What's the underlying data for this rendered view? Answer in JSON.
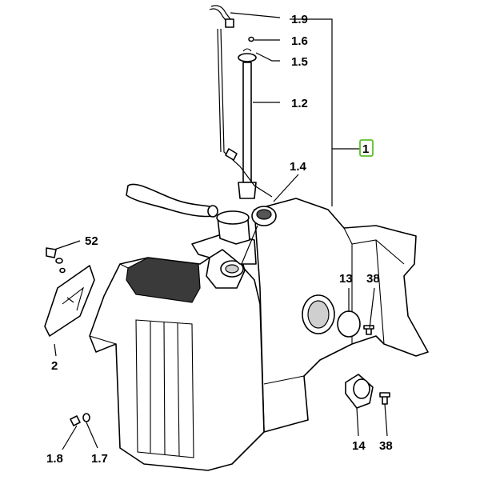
{
  "diagram": {
    "callouts": [
      {
        "id": "c-1-9",
        "text": "1.9"
      },
      {
        "id": "c-1-6",
        "text": "1.6"
      },
      {
        "id": "c-1-5",
        "text": "1.5"
      },
      {
        "id": "c-1-2",
        "text": "1.2"
      },
      {
        "id": "c-1",
        "text": "1"
      },
      {
        "id": "c-1-4",
        "text": "1.4"
      },
      {
        "id": "c-52",
        "text": "52"
      },
      {
        "id": "c-13",
        "text": "13"
      },
      {
        "id": "c-38a",
        "text": "38"
      },
      {
        "id": "c-2",
        "text": "2"
      },
      {
        "id": "c-1-8",
        "text": "1.8"
      },
      {
        "id": "c-1-7",
        "text": "1.7"
      },
      {
        "id": "c-14",
        "text": "14"
      },
      {
        "id": "c-38b",
        "text": "38"
      }
    ],
    "highlight_color": "#5cbf2a",
    "line_color": "#000000"
  }
}
